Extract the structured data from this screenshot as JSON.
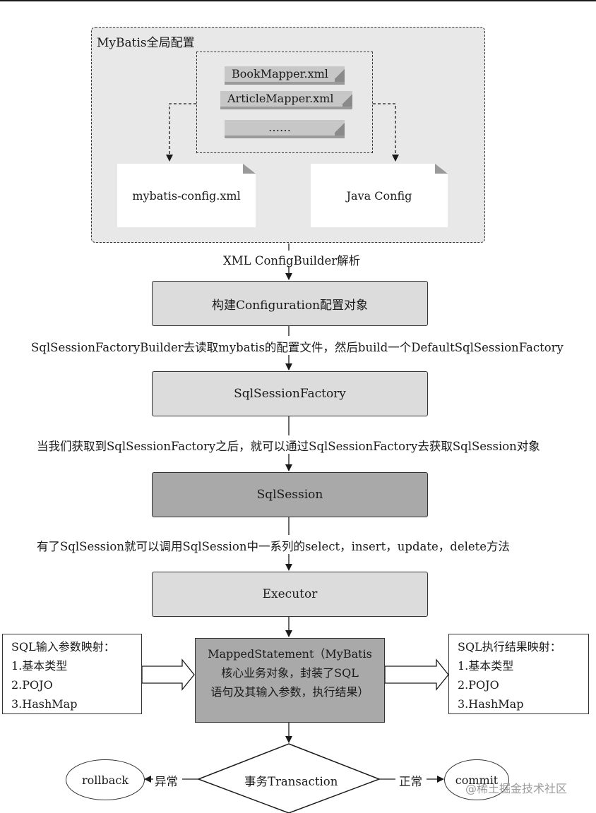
{
  "global_config": {
    "title": "MyBatis全局配置",
    "mappers": [
      "BookMapper.xml",
      "ArticleMapper.xml",
      "……"
    ],
    "config_docs": [
      "mybatis-config.xml",
      "Java Config"
    ]
  },
  "steps": {
    "parse_label": "XML ConfigBuilder解析",
    "configuration": "构建Configuration配置对象",
    "builder_label": "SqlSessionFactoryBuilder去读取mybatis的配置文件，然后build一个DefaultSqlSessionFactory",
    "factory": "SqlSessionFactory",
    "factory_label": "当我们获取到SqlSessionFactory之后，就可以通过SqlSessionFactory去获取SqlSession对象",
    "session": "SqlSession",
    "session_label": "有了SqlSession就可以调用SqlSession中一系列的select，insert，update，delete方法",
    "executor": "Executor"
  },
  "mapped_statement": {
    "lines": [
      "MappedStatement（MyBatis",
      "核心业务对象，封装了SQL",
      "语句及其输入参数，执行结果）"
    ]
  },
  "input_mapping": {
    "title": "SQL输入参数映射：",
    "items": [
      "1.基本类型",
      "2.POJO",
      "3.HashMap"
    ]
  },
  "output_mapping": {
    "title": "SQL执行结果映射：",
    "items": [
      "1.基本类型",
      "2.POJO",
      "3.HashMap"
    ]
  },
  "transaction": {
    "label": "事务Transaction",
    "error_label": "异常",
    "ok_label": "正常",
    "rollback": "rollback",
    "commit": "commit"
  },
  "watermark": "@稀土掘金技术社区",
  "colors": {
    "panel_bg": "#e8e8e8",
    "light_box": "#dcdcdc",
    "mid_box": "#bdbdbd",
    "dark_box": "#a9a9a9"
  }
}
